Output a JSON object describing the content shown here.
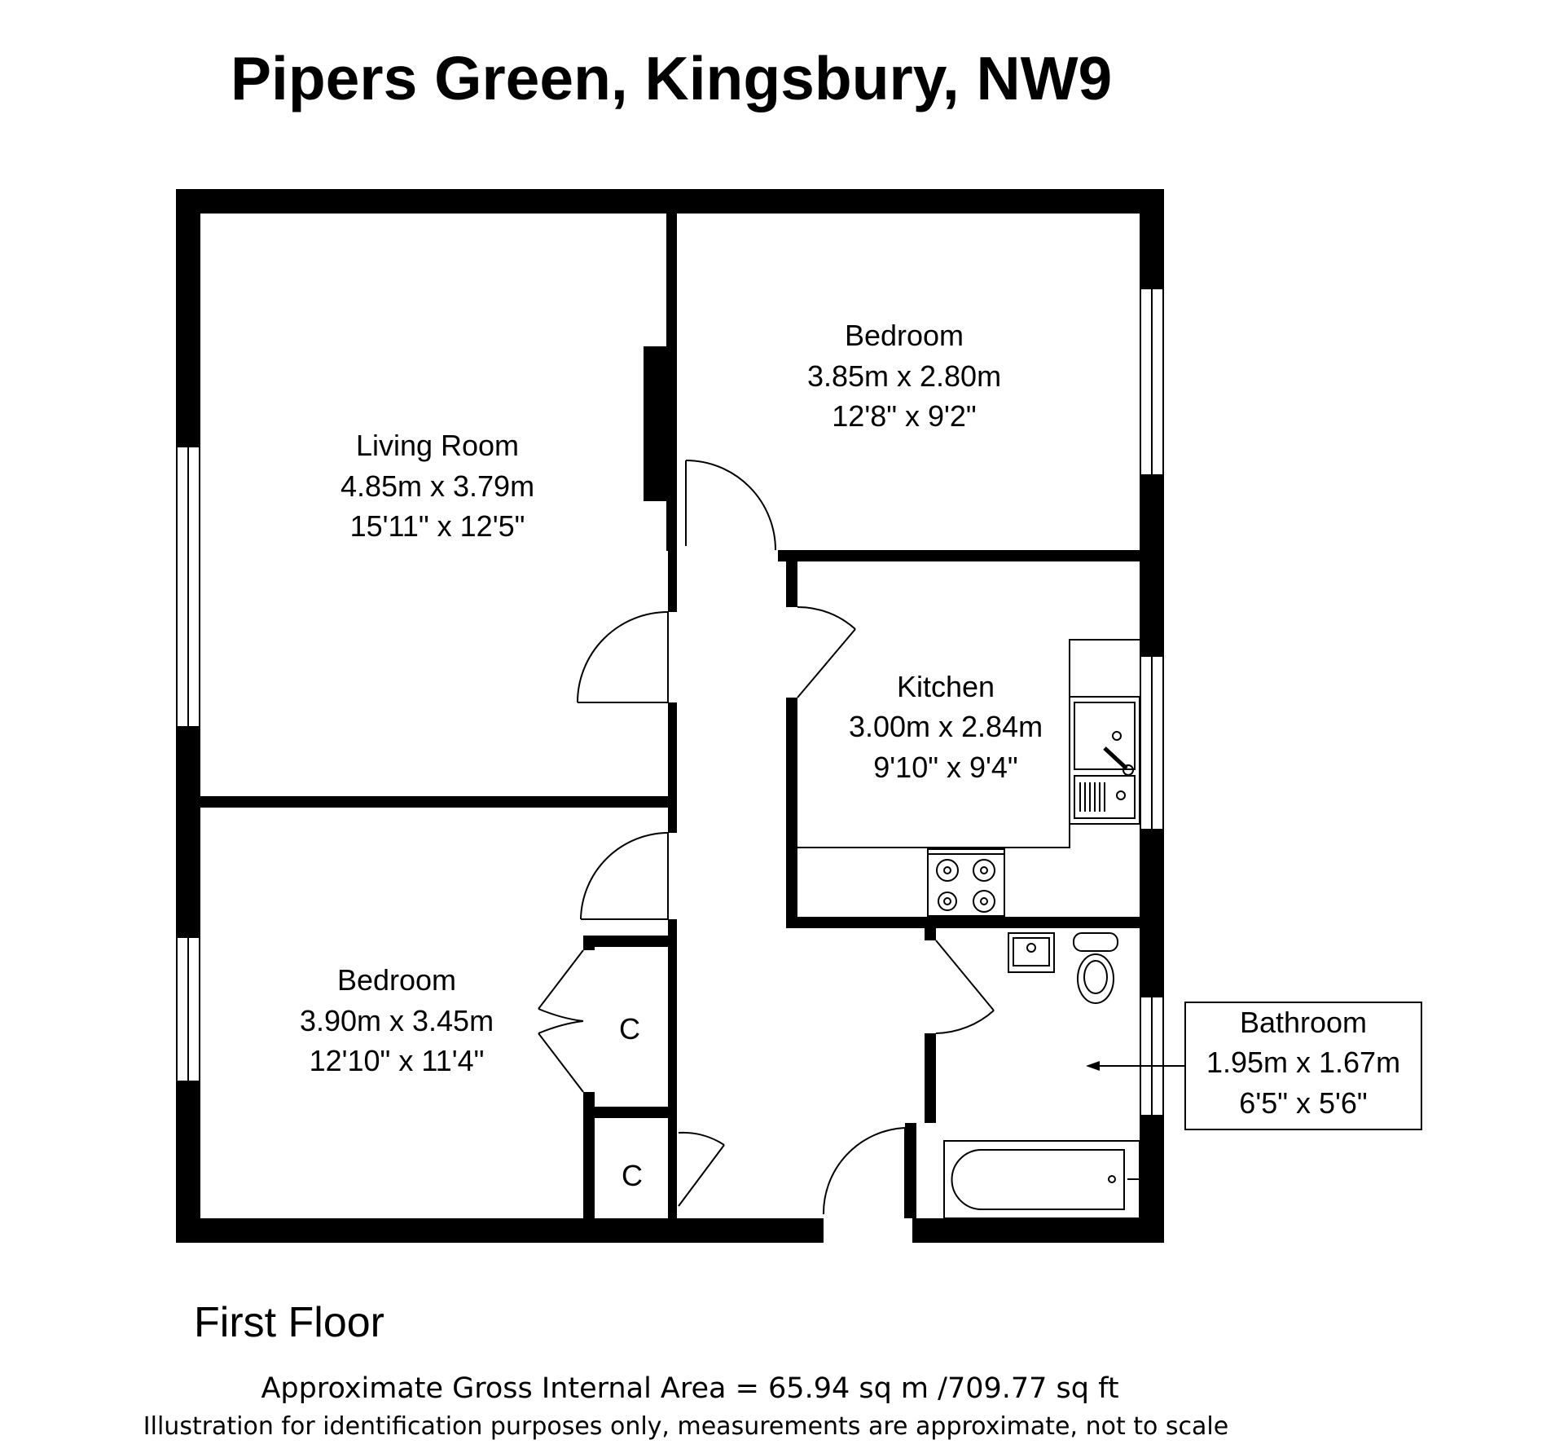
{
  "title": "Pipers Green, Kingsbury, NW9",
  "rooms": {
    "living_room": {
      "name": "Living Room",
      "metric": "4.85m x 3.79m",
      "imperial": "15'11\" x 12'5\""
    },
    "bedroom_1": {
      "name": "Bedroom",
      "metric": "3.85m x 2.80m",
      "imperial": "12'8\" x 9'2\""
    },
    "kitchen": {
      "name": "Kitchen",
      "metric": "3.00m x 2.84m",
      "imperial": "9'10\" x 9'4\""
    },
    "bedroom_2": {
      "name": "Bedroom",
      "metric": "3.90m x 3.45m",
      "imperial": "12'10\" x 11'4\""
    },
    "bathroom": {
      "name": "Bathroom",
      "metric": "1.95m x 1.67m",
      "imperial": "6'5\" x 5'6\""
    },
    "cupboard_1": {
      "name": "C"
    },
    "cupboard_2": {
      "name": "C"
    }
  },
  "floor_label": "First Floor",
  "footer": {
    "area": "Approximate Gross Internal Area = 65.94 sq m /709.77 sq ft",
    "disclaimer": "Illustration for identification purposes only, measurements are approximate, not to scale"
  }
}
